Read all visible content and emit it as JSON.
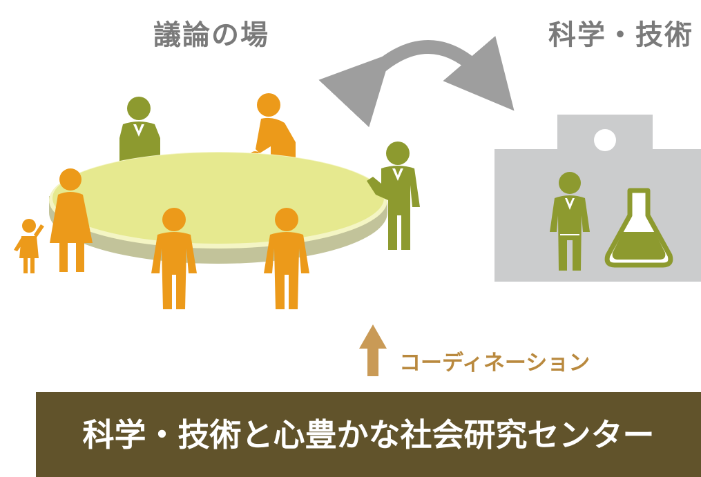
{
  "labels": {
    "discussion": "議論の場",
    "science": "科学・技術",
    "coordination": "コーディネーション"
  },
  "banner": {
    "text": "科学・技術と心豊かな社会研究センター"
  },
  "colors": {
    "label_gray": "#7a7a7a",
    "orange_person": "#ec9a1a",
    "olive_person": "#8d9a2f",
    "table_top": "#e6e98f",
    "table_side": "#c2c39a",
    "lab_gray": "#cbcccd",
    "arrow_gray": "#9e9e9e",
    "coordination": "#b9893e",
    "banner_bg": "#61532b"
  }
}
